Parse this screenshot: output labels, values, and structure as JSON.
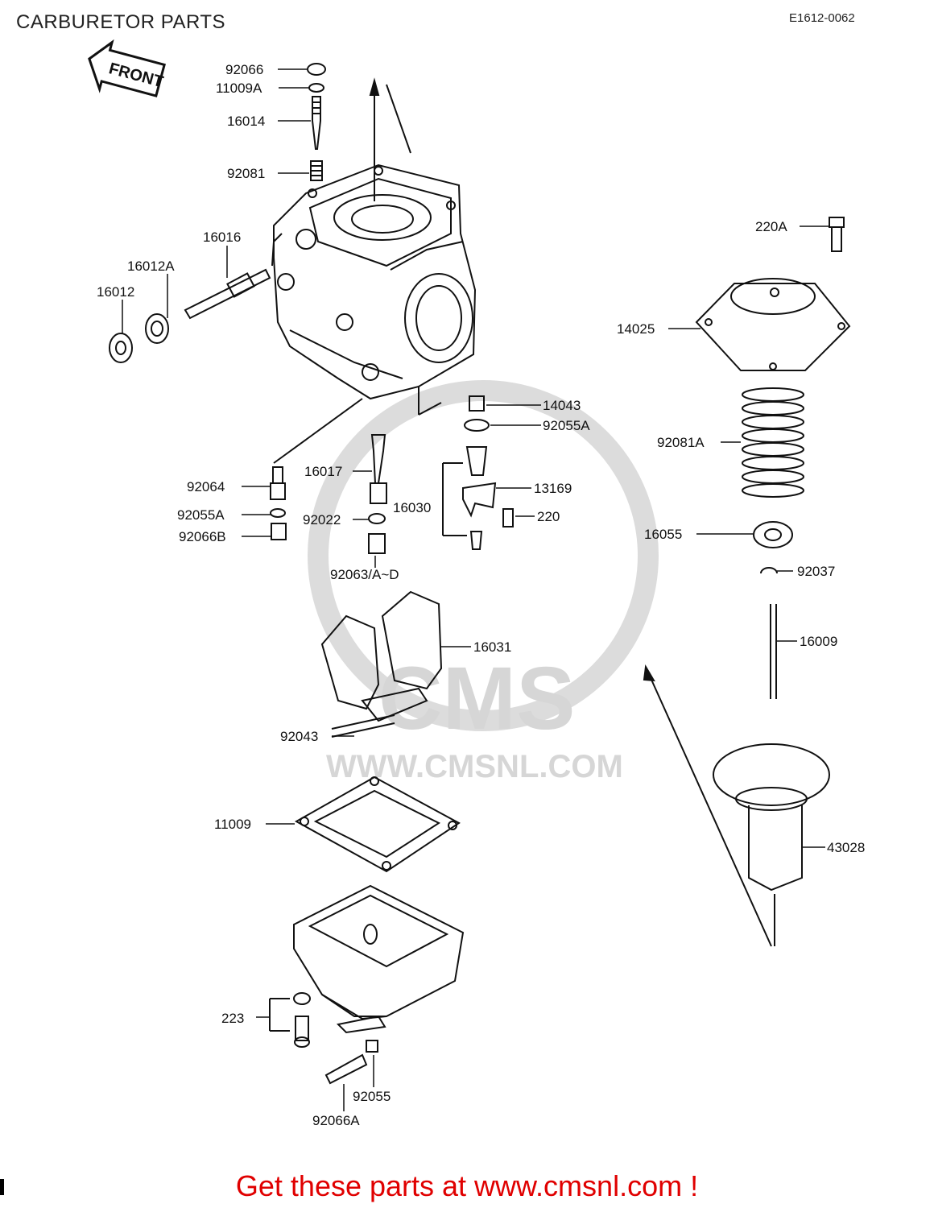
{
  "header": {
    "title": "CARBURETOR PARTS",
    "diagram_code": "E1612-0062"
  },
  "front_badge": "FRONT",
  "watermark": {
    "logo_text": "CMS",
    "site_text": "WWW.CMSNL.COM"
  },
  "parts": {
    "p92066": "92066",
    "p11009A": "11009A",
    "p16014": "16014",
    "p92081": "92081",
    "p16016": "16016",
    "p16012A": "16012A",
    "p16012": "16012",
    "p14043": "14043",
    "p92055A_top": "92055A",
    "p16017": "16017",
    "p13169": "13169",
    "p92064": "92064",
    "p16030": "16030",
    "p220": "220",
    "p92055A": "92055A",
    "p92022": "92022",
    "p92066B": "92066B",
    "p92063": "92063/A~D",
    "p220A": "220A",
    "p14025": "14025",
    "p92081A": "92081A",
    "p16055": "16055",
    "p92037": "92037",
    "p16009": "16009",
    "p16031": "16031",
    "p92043": "92043",
    "p11009": "11009",
    "p43028": "43028",
    "p223": "223",
    "p92055": "92055",
    "p92066A": "92066A"
  },
  "footer": {
    "text": "Get these parts at www.cmsnl.com !"
  },
  "colors": {
    "line": "#111111",
    "footer": "#e00000",
    "watermark": "#d6d6d6"
  }
}
